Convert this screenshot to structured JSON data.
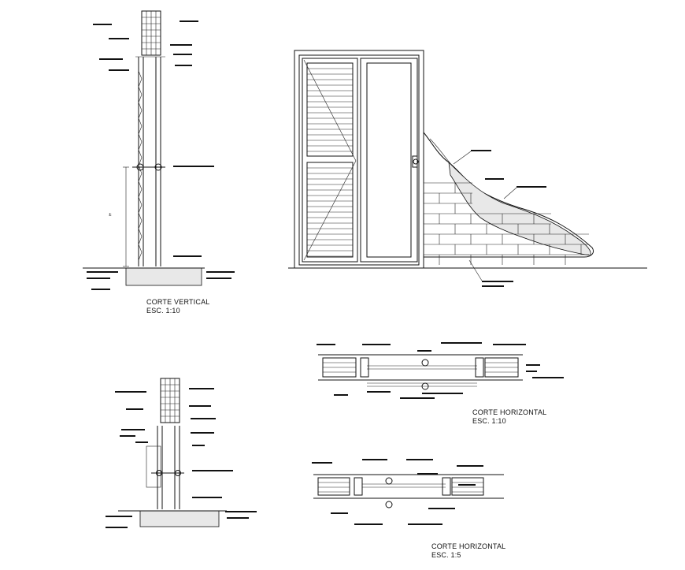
{
  "captions": {
    "vertical_section": {
      "title": "CORTE VERTICAL",
      "scale": "ESC. 1:10"
    },
    "horizontal_section_1": {
      "title": "CORTE HORIZONTAL",
      "scale": "ESC. 1:10"
    },
    "horizontal_section_2": {
      "title": "CORTE HORIZONTAL",
      "scale": "ESC. 1:5"
    }
  },
  "colors": {
    "line": "#111111",
    "background": "#ffffff",
    "fill": "#e8e8e8"
  }
}
